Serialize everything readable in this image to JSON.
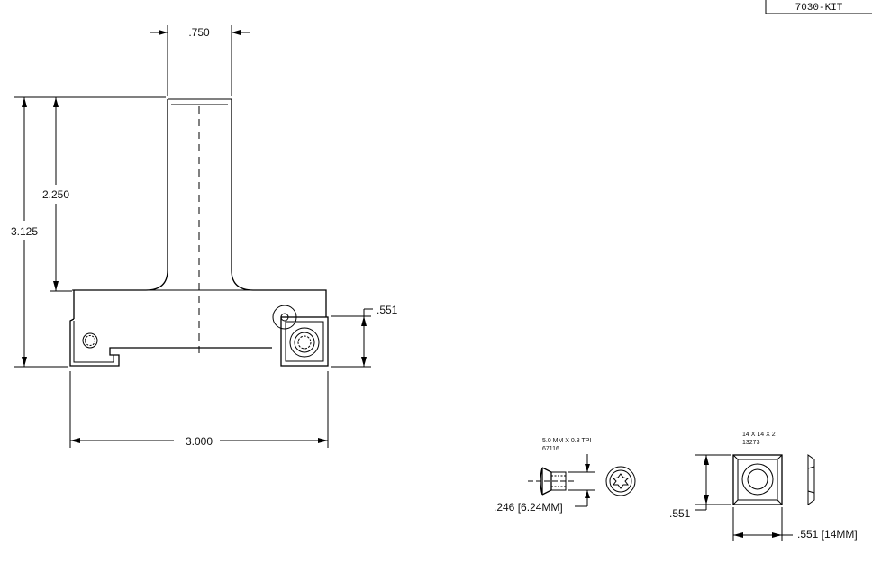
{
  "title_block": {
    "part_number": "7030-KIT"
  },
  "cutter": {
    "shank_diameter": ".750",
    "shank_length": "2.250",
    "overall_length": "3.125",
    "cutting_diameter": "3.000",
    "insert_height": ".551"
  },
  "screw": {
    "spec": "5.0 MM X 0.8 TPI",
    "part_number": "67116",
    "head_height": ".246 [6.24MM]"
  },
  "insert": {
    "spec": "14 X 14 X 2",
    "part_number": "13273",
    "height": ".551",
    "width": ".551 [14MM]"
  }
}
